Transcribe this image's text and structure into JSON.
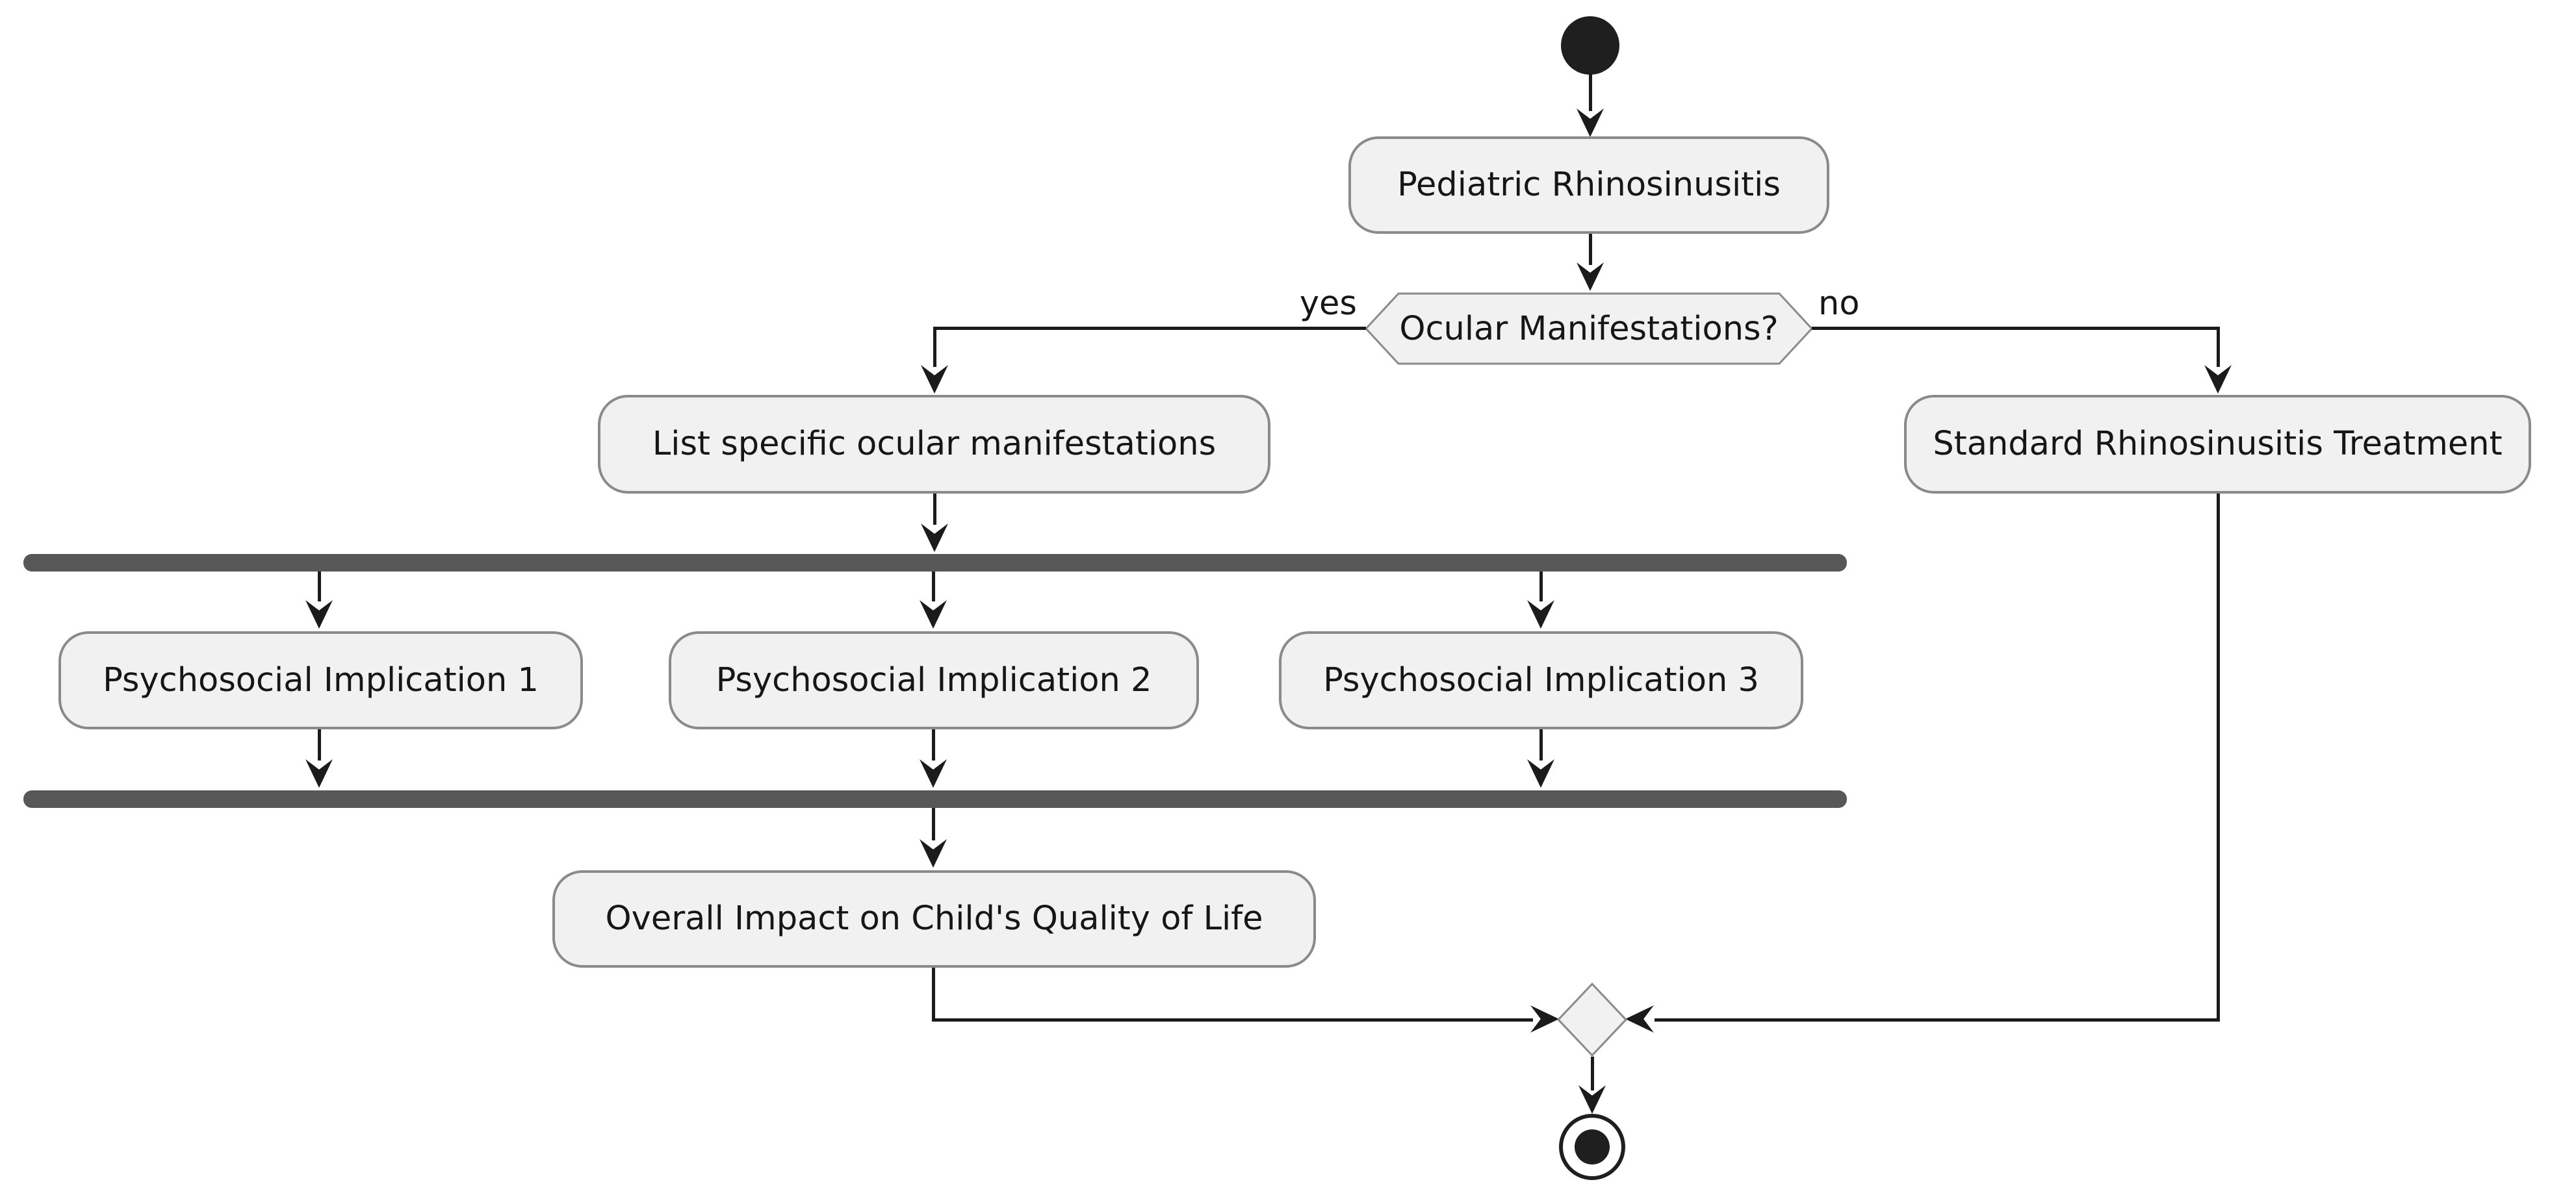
{
  "diagram": {
    "nodes": {
      "pediatric": {
        "label": "Pediatric Rhinosinusitis"
      },
      "decision": {
        "label": "Ocular Manifestations?"
      },
      "list_manifestations": {
        "label": "List specific ocular manifestations"
      },
      "standard_treatment": {
        "label": "Standard Rhinosinusitis Treatment"
      },
      "implication_1": {
        "label": "Psychosocial Implication 1"
      },
      "implication_2": {
        "label": "Psychosocial Implication 2"
      },
      "implication_3": {
        "label": "Psychosocial Implication 3"
      },
      "overall_impact": {
        "label": "Overall Impact on Child's Quality of Life"
      }
    },
    "edge_labels": {
      "yes": "yes",
      "no": "no"
    },
    "colors": {
      "node_fill": "#F1F1F1",
      "node_border": "#8A8A8A",
      "sync_bar": "#575757",
      "edge": "#1B1B1B",
      "text": "#161616",
      "background": "#FFFFFF",
      "terminal": "#1F1F1F"
    }
  }
}
